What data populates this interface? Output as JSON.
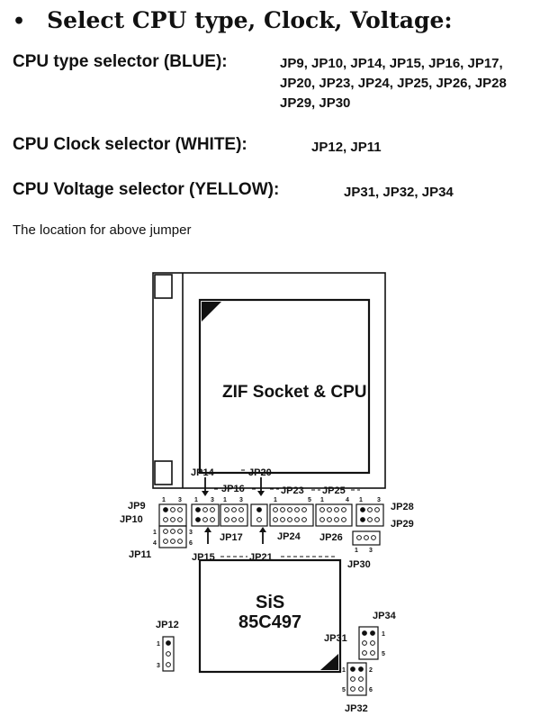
{
  "heading": {
    "bullet": "•",
    "text": "Select CPU type, Clock, Voltage:"
  },
  "selectors": [
    {
      "label": "CPU type selector (BLUE):",
      "lines": [
        "JP9, JP10, JP14, JP15, JP16, JP17,",
        "JP20, JP23, JP24, JP25, JP26, JP28",
        "JP29, JP30"
      ]
    },
    {
      "label": "CPU Clock selector (WHITE):",
      "lines": [
        "JP12, JP11"
      ]
    },
    {
      "label": "CPU Voltage selector (YELLOW):",
      "lines": [
        "JP31,  JP32, JP34"
      ]
    }
  ],
  "caption": "The location for above jumper",
  "diagram": {
    "socket_label": "ZIF Socket & CPU",
    "chip_line1": "SiS",
    "chip_line2": "85C497",
    "jumpers": {
      "jp9": "JP9",
      "jp10": "JP10",
      "jp11": "JP11",
      "jp12": "JP12",
      "jp14": "JP14",
      "jp15": "JP15",
      "jp16": "JP16",
      "jp17": "JP17",
      "jp20": "JP20",
      "jp21": "JP21",
      "jp23": "JP23",
      "jp24": "JP24",
      "jp25": "JP25",
      "jp26": "JP26",
      "jp28": "JP28",
      "jp29": "JP29",
      "jp30": "JP30",
      "jp31": "JP31",
      "jp32": "JP32",
      "jp34": "JP34"
    },
    "pin_numbers": {
      "one": "1",
      "two": "2",
      "three": "3",
      "four": "4",
      "five": "5",
      "six": "6"
    }
  }
}
